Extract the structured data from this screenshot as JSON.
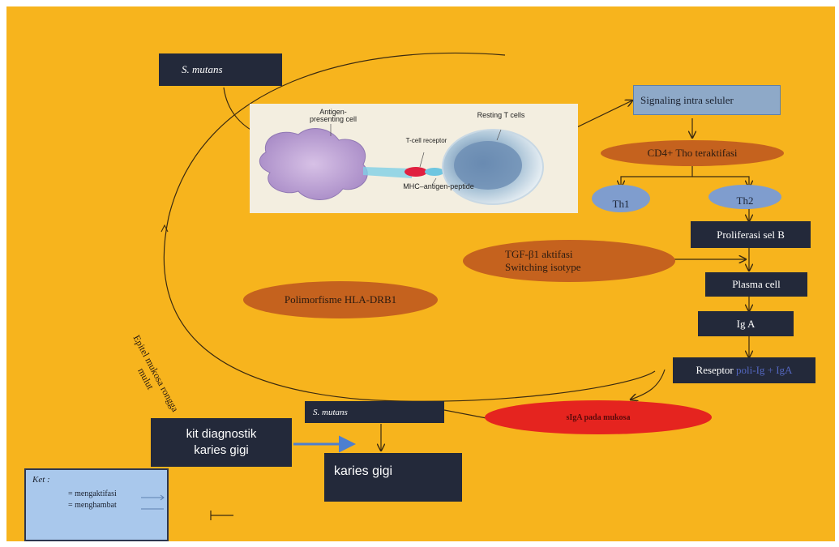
{
  "nodes": {
    "s_mutans_top": "S. mutans",
    "signaling": "Signaling intra seluler",
    "cd4": "CD4+ Tho teraktifasi",
    "th1": "Th1",
    "th2": "Th2",
    "proliferasi": "Proliferasi sel B",
    "tgf_line1": "TGF-β1 aktifasi",
    "tgf_line2": "Switching isotype",
    "plasma": "Plasma cell",
    "iga": "Ig A",
    "reseptor_label": "Reseptor",
    "reseptor_suffix": "poli-Ig + IgA",
    "polimorfisme": "Polimorfisme HLA-DRB1",
    "s_mutans_bottom": "S. mutans",
    "siga": "sIgA pada mukosa",
    "kit": "kit diagnostik karies gigi",
    "karies": "karies gigi",
    "epitel": "Epitel mukosa rongga mulut"
  },
  "figure": {
    "apc_label": "Antigen-presenting cell",
    "tcr_label": "T-cell receptor",
    "resting_label": "Resting T cells",
    "mhc_label": "MHC–antigen-peptide"
  },
  "legend": {
    "title": "Ket :",
    "item1": "= mengaktifasi",
    "item2": "= menghambat"
  },
  "colors": {
    "background": "#f7b41d",
    "dark_box": "#23293a",
    "light_blue_box": "#8ea9c8",
    "oval_brown": "#c5621e",
    "oval_red": "#e5241f",
    "oval_blue": "#7f9dce",
    "arrow_blue": "#4d7fd0"
  }
}
